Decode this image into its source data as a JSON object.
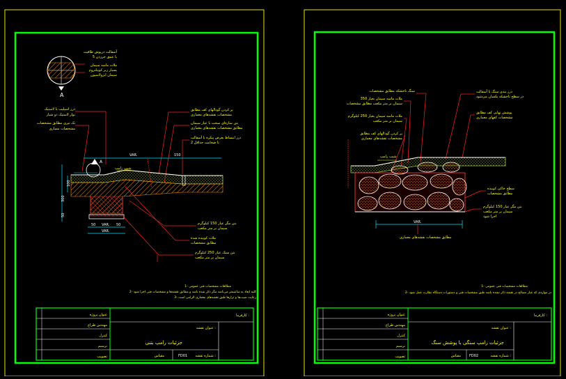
{
  "colors": {
    "background": "#000000",
    "frame": "#00ff00",
    "sheet_border": "#e6e600",
    "leader": "#ff2020",
    "dimension": "#00e5ff",
    "text_yellow": "#ffff00",
    "text_white": "#ffffff",
    "hatch": "#ff8c00"
  },
  "sheets": [
    {
      "id": "FD01",
      "sheet_code": "FD01",
      "section_marker": "A",
      "detail_letter": "A",
      "drawing_title": "جزئیات رامپ بتنی",
      "dimensions": {
        "top_var": "VAR.",
        "top_150": "150",
        "left_100": "100",
        "left_300": "300",
        "left_50": "50",
        "bottom_var": "VAR.",
        "bottom_50a": "50",
        "bottom_50b": "50",
        "bottom_var_total": "VAR."
      },
      "slope_label": "شیب رامپ",
      "top_callout": [
        "آسفالت درپوش طاقیت",
        "با عمق خرزدن 5",
        "ملات ماسه سیمان",
        "پسیار زبر کوبیلتروم",
        "سیمان ایزولاسیون"
      ],
      "left_callouts": [
        "درز اسپلیت با لاستیک",
        "نوار لاستیک دو شیار",
        "تک تیری مطابق مشخصات",
        "مشخصات مساری"
      ],
      "right_callouts": [
        "پر کردن گودالهای کف مطابق",
        "مشخصات نقشه‌های معماری",
        "بتن سازه‌ای سخت با عیار سیمان",
        "مطابق مشخصات نقشه‌های معماری",
        "درز انبساط بعرض پیکره با آسفالت",
        "با ضخامت حداقل 2"
      ],
      "lower_callouts": [
        "بتن مگر عیار 150 کیلوگرم",
        "سیمان بر متر مکعب",
        "ملات کوبیده شده",
        "مطابق مشخصات",
        "بتن سبک عیار 250 کیلوگرم",
        "سیمان بر متر مکعب"
      ],
      "notes": [
        "1- مطالعات مشخصات فنی عمومی",
        "2- کلیه ابعاد به سانتیمتر می‌باشد مگر ذکر شده باشد و مطابق نقشه‌ها و مشخصات فنی اجرا شود",
        "3- رعایت شیب‌ها و ترازها طبق نقشه‌های معماری الزامی است"
      ],
      "title_block": {
        "project_label": "عنوان پروژه",
        "designer_label": "مهندس طراح",
        "drawer_label": "ترسیم",
        "checker_label": "کنترل",
        "approver_label": "تصویب",
        "client_label": "کارفرما :",
        "drawing_title_label": "عنوان نقشه :",
        "sheet_no_label": "شماره نقشه :",
        "scale_label": "مقیاس"
      }
    },
    {
      "id": "FD02",
      "sheet_code": "FD02",
      "drawing_title": "جزئیات رامپ سنگی با پوشش سنگ",
      "dimensions": {
        "bottom_var": "VAR."
      },
      "slope_label": "شیب رامپ",
      "bottom_caption": "مطابق مشخصات نقشه‌های معماری",
      "left_callouts": [
        "سنگ ناخشکه مطابق مشخصات",
        "ملات ماسه سیمان بعیار 350",
        "سیمان بر متر مکعب مطابق مشخصات",
        "ملات ماسه سیمان بعیار 250 کیلوگرم",
        "سیمان بر متر مکعب",
        "پر کردن گودالهای کف مطابق",
        "مشخصات نقشه‌های معماری"
      ],
      "right_callouts": [
        "درز بندی سنگ با آسفالت",
        "در سطح ناخشکه یکسان می‌شود",
        "پوشش نهایی کف مطابق",
        "مشخصات کفهای معماری"
      ],
      "lower_right_callouts": [
        "سطح خاکی کوبیده",
        "مطابق مشخصات",
        "بتن مگر عیار 150 کیلوگرم",
        "سیمان بر متر مکعب",
        "اجرا شود"
      ],
      "notes": [
        "1- مطالعات مشخصات فنی عمومی",
        "2- در مواردی که عیار مصالح در نقشه ذکر نشده باشد طبق مشخصات فنی و دستورات دستگاه نظارت عمل شود"
      ],
      "title_block": {
        "project_label": "عنوان پروژه",
        "designer_label": "مهندس طراح",
        "drawer_label": "ترسیم",
        "checker_label": "کنترل",
        "approver_label": "تصویب",
        "client_label": "کارفرما :",
        "drawing_title_label": "عنوان نقشه :",
        "sheet_no_label": "شماره نقشه :",
        "scale_label": "مقیاس"
      }
    }
  ]
}
